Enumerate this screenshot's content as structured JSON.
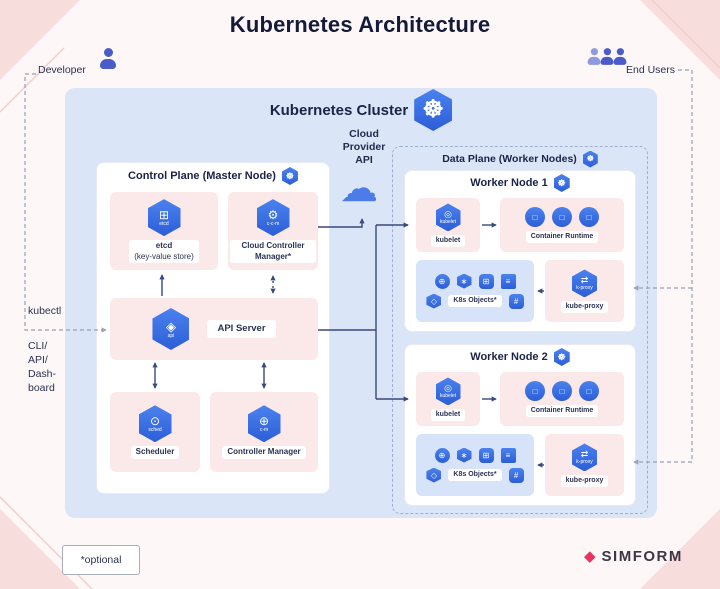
{
  "title": "Kubernetes Architecture",
  "actors": {
    "developer": "Developer",
    "end_users": "End Users"
  },
  "cluster": {
    "title": "Kubernetes Cluster"
  },
  "control_plane": {
    "title": "Control Plane (Master Node)",
    "etcd_name": "etcd",
    "etcd_sub": "(key-value store)",
    "ccm": "Cloud Controller Manager*",
    "api_server": "API Server",
    "scheduler": "Scheduler",
    "controller_manager": "Controller Manager"
  },
  "cloud_provider_api": "Cloud\nProvider\nAPI",
  "data_plane": {
    "title": "Data Plane (Worker Nodes)",
    "worker_nodes": [
      {
        "title": "Worker Node 1",
        "kubelet": "kubelet",
        "container_runtime": "Container Runtime",
        "k8s_objects": "K8s Objects*",
        "kube_proxy": "kube-proxy"
      },
      {
        "title": "Worker Node 2",
        "kubelet": "kubelet",
        "container_runtime": "Container Runtime",
        "k8s_objects": "K8s Objects*",
        "kube_proxy": "kube-proxy"
      }
    ]
  },
  "left_panel": {
    "kubectl": "kubectl",
    "clients": "CLI/\nAPI/\nDash-\nboard"
  },
  "footnote": "*optional",
  "brand": "SIMFORM",
  "icon_labels": {
    "etcd": "etcd",
    "ccm": "c-c-m",
    "api": "api",
    "sched": "sched",
    "cm": "c-m",
    "kubelet": "kubelet",
    "kproxy": "k-proxy"
  },
  "colors": {
    "k8s_blue": "#326ce5",
    "cluster_bg": "#dbe5f8",
    "card_pink": "#fbe9e9",
    "objects_blue": "#d7e3f8",
    "arrow_navy": "#39497c",
    "dashed_gray": "#99a1b3",
    "brand_pink": "#e8335f"
  }
}
